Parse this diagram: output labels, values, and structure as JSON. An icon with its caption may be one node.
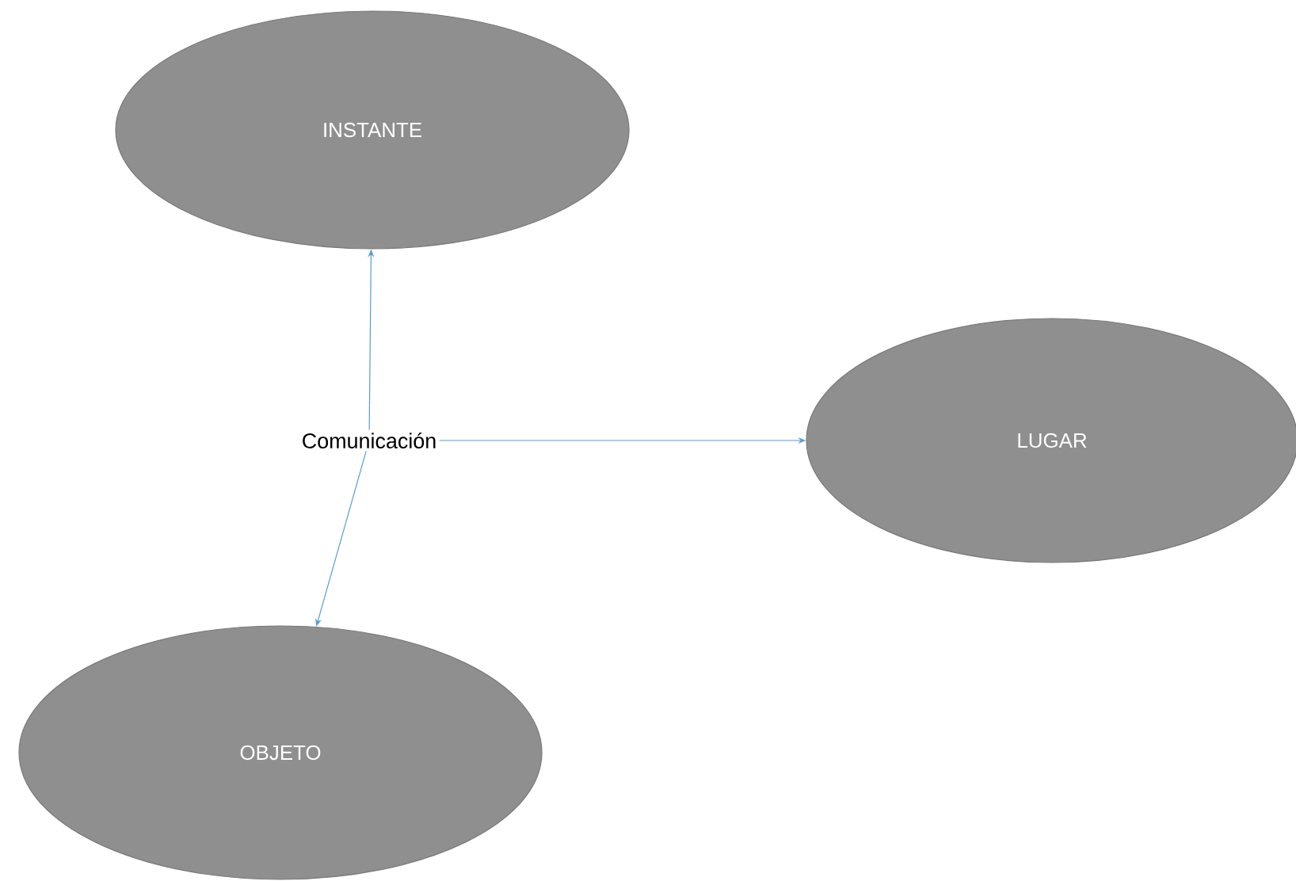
{
  "diagram": {
    "nodes": [
      {
        "text": [
          "Comunicación"
        ]
      },
      {
        "text": [
          "INSTANTE"
        ]
      },
      {
        "text": [
          "LUGAR"
        ]
      },
      {
        "text": [
          "OBJETO"
        ]
      }
    ],
    "edges": [
      {
        "from": 0,
        "to": 1,
        "arrow": "to"
      },
      {
        "from": 0,
        "to": 2,
        "arrow": "to"
      },
      {
        "from": 0,
        "to": 3,
        "arrow": "to"
      }
    ]
  }
}
